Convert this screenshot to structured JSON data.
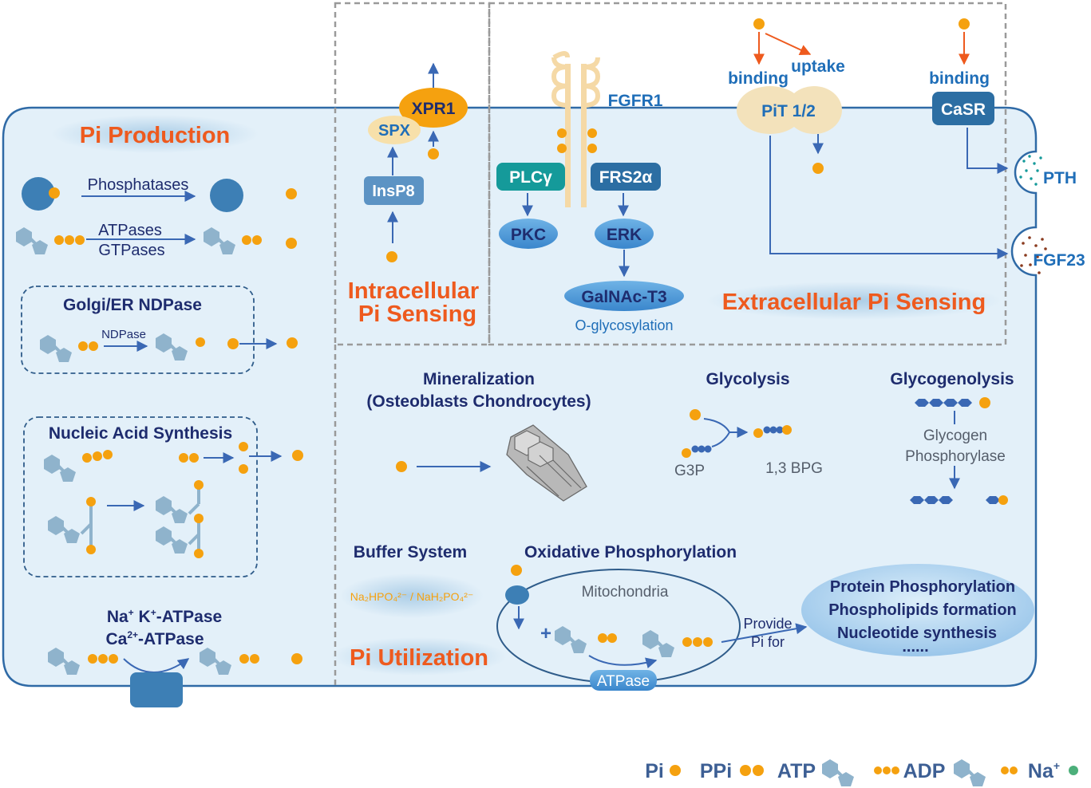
{
  "colors": {
    "cell_fill": "#e3f0f9",
    "cell_border": "#2f6aa6",
    "pi_orange": "#f5a10f",
    "section_title": "#ee5a1e",
    "dark_text": "#1e2c6e",
    "blue_text": "#1f6eb8",
    "arrow_blue": "#3a68b4",
    "arrow_orange": "#ee5a1e",
    "sugar_blue": "#8fb3cc",
    "teal": "#159a9a",
    "dashed_gray": "#9a9a9a"
  },
  "icons": {
    "pi": "orange-dot",
    "ppi": "two-orange-dots",
    "atp": "pentagon-hexagon-three-dots",
    "adp": "pentagon-hexagon-two-dots",
    "na": "green-dot"
  },
  "production": {
    "title": "Pi Production",
    "phosphatases": "Phosphatases",
    "atpases": "ATPases",
    "gtpases": "GTPases",
    "golgi": "Golgi/ER NDPase",
    "ndpase": "NDPase",
    "nucleic": "Nucleic Acid Synthesis",
    "na_k": "Na",
    "na_sup": "+",
    "k": " K",
    "k_sup": "+",
    "na_k_rest": "-ATPase",
    "ca": "Ca",
    "ca_sup": "2+",
    "ca_rest": "-ATPase"
  },
  "intracellular": {
    "xpr1": "XPR1",
    "spx": "SPX",
    "insp8": "InsP8",
    "title_line1": "Intracellular",
    "title_line2": "Pi Sensing"
  },
  "fgfr": {
    "fgfr1": "FGFR1",
    "plcg": "PLCγ",
    "frs2a": "FRS2α",
    "pkc": "PKC",
    "erk": "ERK",
    "galnac": "GalNAc-T3",
    "oglyco": "O-glycosylation"
  },
  "extracellular": {
    "binding1": "binding",
    "uptake": "uptake",
    "pit": "PiT 1/2",
    "binding2": "binding",
    "casr": "CaSR",
    "pth": "PTH",
    "fgf23": "FGF23",
    "title": "Extracellular Pi Sensing"
  },
  "utilization": {
    "mineral1": "Mineralization",
    "mineral2": "(Osteoblasts Chondrocytes)",
    "glycolysis": "Glycolysis",
    "g3p": "G3P",
    "bpg": "1,3 BPG",
    "glycogenolysis": "Glycogenolysis",
    "glycogen1": "Glycogen",
    "glycogen2": "Phosphorylase",
    "buffer": "Buffer System",
    "buffer_formula": "Na₂HPO₄²⁻ / NaH₂PO₄²⁻",
    "oxphos": "Oxidative Phosphorylation",
    "mito": "Mitochondria",
    "plus": "+",
    "atpase": "ATPase",
    "provide1": "Provide",
    "provide2": "Pi for",
    "prot": "Protein Phosphorylation",
    "phospho": "Phospholipids formation",
    "nucl": "Nucleotide synthesis",
    "dots": "......",
    "title": "Pi Utilization"
  },
  "legend": {
    "pi": "Pi",
    "ppi": "PPi",
    "atp": "ATP",
    "adp": "ADP",
    "na": "Na",
    "na_sup": "+"
  }
}
